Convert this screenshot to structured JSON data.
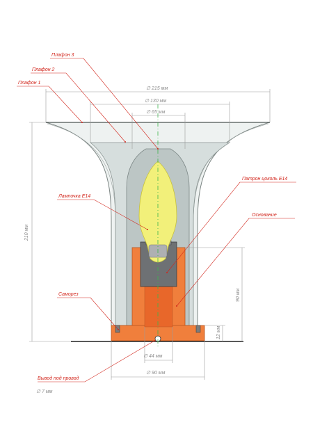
{
  "labels": {
    "shade3": "Плафон 3",
    "shade2": "Плафон 2",
    "shade1": "Плафон 1",
    "lamp": "Лампочка Е14",
    "socket": "Патрон цоколь Е14",
    "base": "Основание",
    "screw": "Саморез",
    "wire_outlet": "Вывод под провод"
  },
  "dimensions": {
    "d215": "∅ 215 мм",
    "d130": "∅ 130 мм",
    "d65": "∅ 65 мм",
    "h210": "210 мм",
    "h90": "90 мм",
    "h12": "12 мм",
    "d44": "∅ 44 мм",
    "d90": "∅ 90 мм",
    "d7": "∅ 7 мм"
  },
  "colors": {
    "callout": "#d2251b",
    "dimension": "#8c8c8c",
    "base": "#f07f3c",
    "socket": "#6e7174",
    "bulb": "#f2f07a",
    "axis": "#3cb44b"
  }
}
